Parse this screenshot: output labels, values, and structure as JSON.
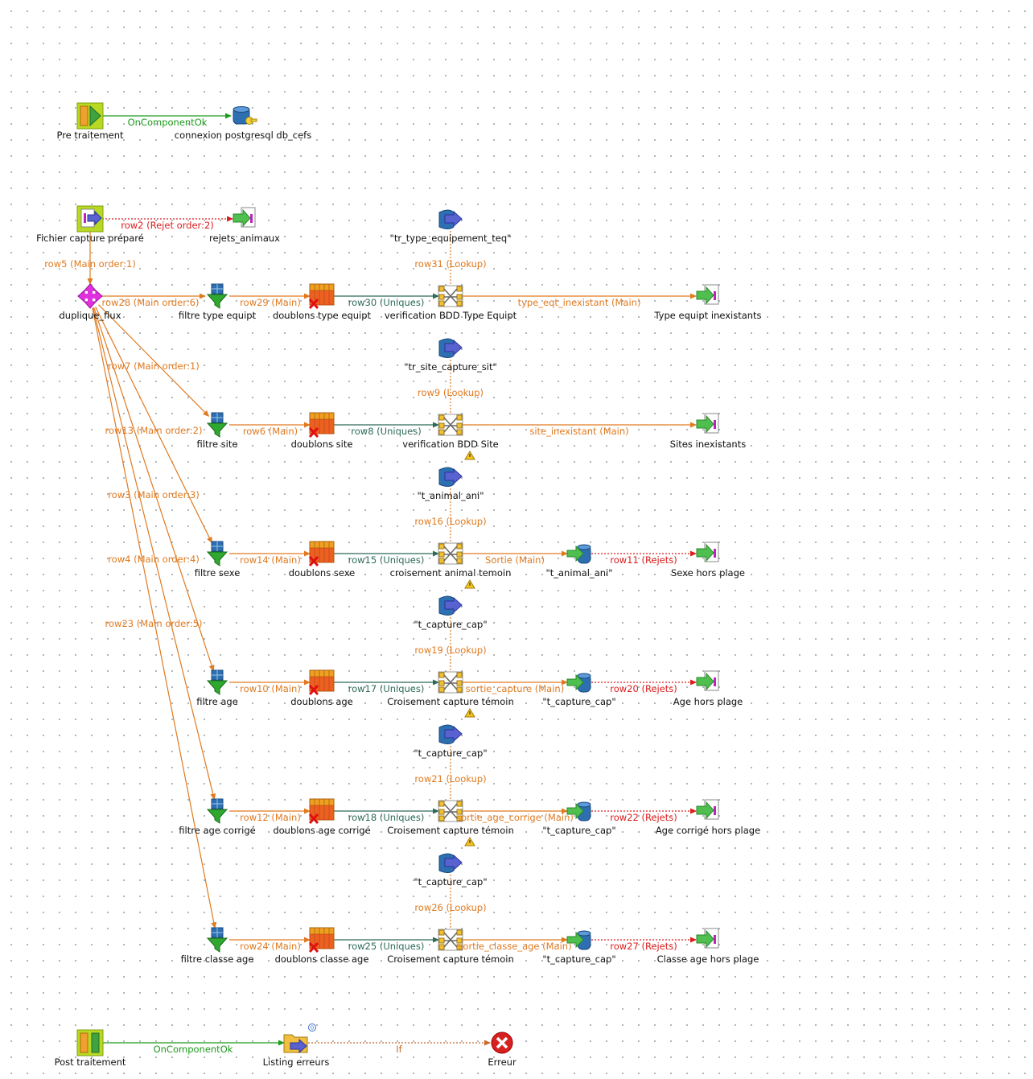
{
  "colors": {
    "main": "#e07a20",
    "lookup": "#e07a20",
    "reject": "#dd1c1c",
    "uniques": "#2d6b5a",
    "trigger": "#1d9b1d",
    "if": "#c86a2a"
  },
  "nodes": [
    {
      "id": "pre",
      "label": "Pre traitement",
      "icon": "prejob-icon"
    },
    {
      "id": "conn",
      "label": "connexion postgresql db_cefs",
      "icon": "db-connection-icon"
    },
    {
      "id": "fichier",
      "label": "Fichier capture préparé",
      "icon": "file-input-icon"
    },
    {
      "id": "rejets",
      "label": "rejets_animaux",
      "icon": "file-output-icon"
    },
    {
      "id": "dup",
      "label": "duplique_flux",
      "icon": "replicate-icon"
    },
    {
      "id": "look1",
      "label": "\"tr_type_equipement_teq\"",
      "icon": "db-input-icon"
    },
    {
      "id": "filtre1",
      "label": "filtre type equipt",
      "icon": "filter-icon"
    },
    {
      "id": "doub1",
      "label": "doublons type equipt",
      "icon": "unique-rows-icon"
    },
    {
      "id": "map1",
      "label": "verification BDD Type Equipt",
      "icon": "map-icon"
    },
    {
      "id": "out1",
      "label": "Type equipt inexistants",
      "icon": "file-output-icon"
    },
    {
      "id": "look2",
      "label": "\"tr_site_capture_sit\"",
      "icon": "db-input-icon"
    },
    {
      "id": "filtre2",
      "label": "filtre site",
      "icon": "filter-icon"
    },
    {
      "id": "doub2",
      "label": "doublons site",
      "icon": "unique-rows-icon"
    },
    {
      "id": "map2",
      "label": "verification BDD Site",
      "icon": "map-icon"
    },
    {
      "id": "out2",
      "label": "Sites inexistants",
      "icon": "file-output-icon"
    },
    {
      "id": "look3",
      "label": "\"t_animal_ani\"",
      "icon": "db-input-icon"
    },
    {
      "id": "filtre3",
      "label": "filtre sexe",
      "icon": "filter-icon"
    },
    {
      "id": "doub3",
      "label": "doublons sexe",
      "icon": "unique-rows-icon"
    },
    {
      "id": "map3",
      "label": "croisement animal temoin",
      "icon": "map-icon"
    },
    {
      "id": "dbo3",
      "label": "\"t_animal_ani\"",
      "icon": "db-output-icon"
    },
    {
      "id": "out3",
      "label": "Sexe hors plage",
      "icon": "file-output-icon"
    },
    {
      "id": "look4",
      "label": "\"t_capture_cap\"",
      "icon": "db-input-icon"
    },
    {
      "id": "filtre4",
      "label": "filtre age",
      "icon": "filter-icon"
    },
    {
      "id": "doub4",
      "label": "doublons age",
      "icon": "unique-rows-icon"
    },
    {
      "id": "map4",
      "label": "Croisement capture témoin",
      "icon": "map-icon"
    },
    {
      "id": "dbo4",
      "label": "\"t_capture_cap\"",
      "icon": "db-output-icon"
    },
    {
      "id": "out4",
      "label": "Age hors plage",
      "icon": "file-output-icon"
    },
    {
      "id": "look5",
      "label": "\"t_capture_cap\"",
      "icon": "db-input-icon"
    },
    {
      "id": "filtre5",
      "label": "filtre age corrigé",
      "icon": "filter-icon"
    },
    {
      "id": "doub5",
      "label": "doublons age corrigé",
      "icon": "unique-rows-icon"
    },
    {
      "id": "map5",
      "label": "Croisement capture témoin",
      "icon": "map-icon"
    },
    {
      "id": "dbo5",
      "label": "\"t_capture_cap\"",
      "icon": "db-output-icon"
    },
    {
      "id": "out5",
      "label": "Age corrigé hors plage",
      "icon": "file-output-icon"
    },
    {
      "id": "look6",
      "label": "\"t_capture_cap\"",
      "icon": "db-input-icon"
    },
    {
      "id": "filtre6",
      "label": "filtre classe age",
      "icon": "filter-icon"
    },
    {
      "id": "doub6",
      "label": "doublons classe age",
      "icon": "unique-rows-icon"
    },
    {
      "id": "map6",
      "label": "Croisement capture témoin",
      "icon": "map-icon"
    },
    {
      "id": "dbo6",
      "label": "\"t_capture_cap\"",
      "icon": "db-output-icon"
    },
    {
      "id": "out6",
      "label": "Classe age hors plage",
      "icon": "file-output-icon"
    },
    {
      "id": "post",
      "label": "Post traitement",
      "icon": "postjob-icon"
    },
    {
      "id": "listing",
      "label": "Listing erreurs",
      "icon": "file-list-icon"
    },
    {
      "id": "erreur",
      "label": "Erreur",
      "icon": "error-icon"
    }
  ],
  "edges": [
    {
      "from": "pre",
      "to": "conn",
      "label": "OnComponentOk",
      "kind": "trigger"
    },
    {
      "from": "fichier",
      "to": "rejets",
      "label": "row2 (Rejet order:2)",
      "kind": "reject"
    },
    {
      "from": "fichier",
      "to": "dup",
      "label": "row5 (Main order:1)",
      "kind": "main"
    },
    {
      "from": "dup",
      "to": "filtre1",
      "label": "row28 (Main order:6)",
      "kind": "main"
    },
    {
      "from": "filtre1",
      "to": "doub1",
      "label": "row29 (Main)",
      "kind": "main"
    },
    {
      "from": "doub1",
      "to": "map1",
      "label": "row30 (Uniques)",
      "kind": "uniques"
    },
    {
      "from": "look1",
      "to": "map1",
      "label": "row31 (Lookup)",
      "kind": "lookup"
    },
    {
      "from": "map1",
      "to": "out1",
      "label": "type_eqt_inexistant (Main)",
      "kind": "main"
    },
    {
      "from": "dup",
      "to": "filtre2",
      "label": "row7 (Main order:1)",
      "kind": "main"
    },
    {
      "from": "filtre2",
      "to": "doub2",
      "label": "row6 (Main)",
      "kind": "main"
    },
    {
      "from": "doub2",
      "to": "map2",
      "label": "row8 (Uniques)",
      "kind": "uniques"
    },
    {
      "from": "look2",
      "to": "map2",
      "label": "row9 (Lookup)",
      "kind": "lookup"
    },
    {
      "from": "map2",
      "to": "out2",
      "label": "site_inexistant (Main)",
      "kind": "main"
    },
    {
      "from": "dup",
      "to": "filtre3",
      "label": "row13 (Main order:2)",
      "kind": "main"
    },
    {
      "from": "filtre3",
      "to": "doub3",
      "label": "row14 (Main)",
      "kind": "main"
    },
    {
      "from": "doub3",
      "to": "map3",
      "label": "row15 (Uniques)",
      "kind": "uniques"
    },
    {
      "from": "look3",
      "to": "map3",
      "label": "row16 (Lookup)",
      "kind": "lookup"
    },
    {
      "from": "map3",
      "to": "dbo3",
      "label": "Sortie (Main)",
      "kind": "main"
    },
    {
      "from": "dbo3",
      "to": "out3",
      "label": "row11 (Rejets)",
      "kind": "reject"
    },
    {
      "from": "dup",
      "to": "filtre4",
      "label": "row3 (Main order:3)",
      "kind": "main"
    },
    {
      "from": "filtre4",
      "to": "doub4",
      "label": "row10 (Main)",
      "kind": "main"
    },
    {
      "from": "doub4",
      "to": "map4",
      "label": "row17 (Uniques)",
      "kind": "uniques"
    },
    {
      "from": "look4",
      "to": "map4",
      "label": "row19 (Lookup)",
      "kind": "lookup"
    },
    {
      "from": "map4",
      "to": "dbo4",
      "label": "sortie_capture (Main)",
      "kind": "main"
    },
    {
      "from": "dbo4",
      "to": "out4",
      "label": "row20 (Rejets)",
      "kind": "reject"
    },
    {
      "from": "dup",
      "to": "filtre5",
      "label": "row4 (Main order:4)",
      "kind": "main"
    },
    {
      "from": "filtre5",
      "to": "doub5",
      "label": "row12 (Main)",
      "kind": "main"
    },
    {
      "from": "doub5",
      "to": "map5",
      "label": "row18 (Uniques)",
      "kind": "uniques"
    },
    {
      "from": "look5",
      "to": "map5",
      "label": "row21 (Lookup)",
      "kind": "lookup"
    },
    {
      "from": "map5",
      "to": "dbo5",
      "label": "sortie_age_corrige (Main)",
      "kind": "main"
    },
    {
      "from": "dbo5",
      "to": "out5",
      "label": "row22 (Rejets)",
      "kind": "reject"
    },
    {
      "from": "dup",
      "to": "filtre6",
      "label": "row23 (Main order:5)",
      "kind": "main"
    },
    {
      "from": "filtre6",
      "to": "doub6",
      "label": "row24 (Main)",
      "kind": "main"
    },
    {
      "from": "doub6",
      "to": "map6",
      "label": "row25 (Uniques)",
      "kind": "uniques"
    },
    {
      "from": "look6",
      "to": "map6",
      "label": "row26 (Lookup)",
      "kind": "lookup"
    },
    {
      "from": "map6",
      "to": "dbo6",
      "label": "sortie_classe_age (Main)",
      "kind": "main"
    },
    {
      "from": "dbo6",
      "to": "out6",
      "label": "row27 (Rejets)",
      "kind": "reject"
    },
    {
      "from": "post",
      "to": "listing",
      "label": "OnComponentOk",
      "kind": "trigger"
    },
    {
      "from": "listing",
      "to": "erreur",
      "label": "If",
      "kind": "if"
    }
  ],
  "warnings": [
    "map2",
    "map3",
    "map4",
    "map5"
  ],
  "badges": [
    {
      "node": "listing",
      "text": "0"
    }
  ]
}
